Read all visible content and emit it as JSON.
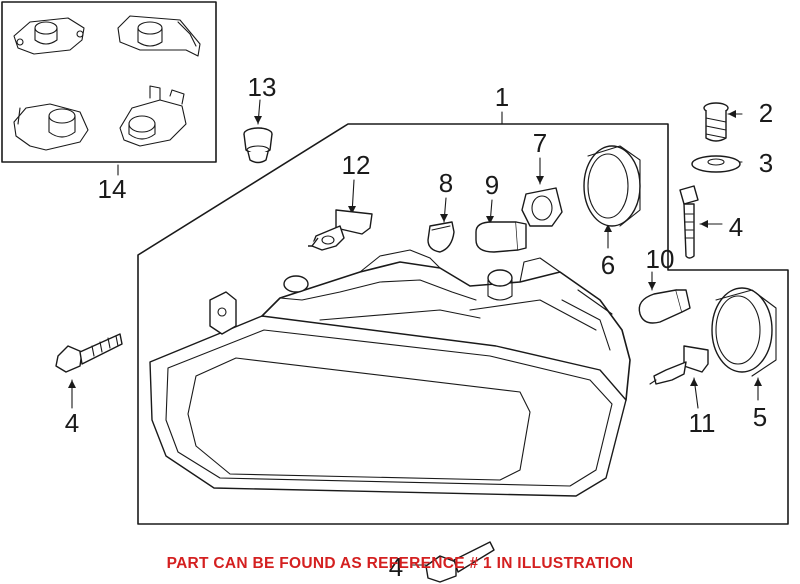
{
  "diagram": {
    "callouts": [
      {
        "id": "c1",
        "label": "1"
      },
      {
        "id": "c2",
        "label": "2"
      },
      {
        "id": "c3",
        "label": "3"
      },
      {
        "id": "c4a",
        "label": "4"
      },
      {
        "id": "c4b",
        "label": "4"
      },
      {
        "id": "c4c",
        "label": "4"
      },
      {
        "id": "c5",
        "label": "5"
      },
      {
        "id": "c6",
        "label": "6"
      },
      {
        "id": "c7",
        "label": "7"
      },
      {
        "id": "c8",
        "label": "8"
      },
      {
        "id": "c9",
        "label": "9"
      },
      {
        "id": "c10",
        "label": "10"
      },
      {
        "id": "c11",
        "label": "11"
      },
      {
        "id": "c12",
        "label": "12"
      },
      {
        "id": "c13",
        "label": "13"
      },
      {
        "id": "c14",
        "label": "14"
      }
    ],
    "footer_note": "PART CAN BE FOUND AS REFERENCE # 1 IN ILLUSTRATION",
    "footer_color": "#d42020",
    "line_color": "#1a1a1a"
  }
}
